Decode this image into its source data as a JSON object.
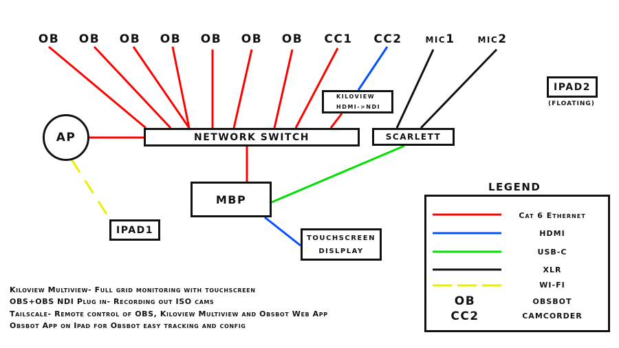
{
  "colors": {
    "cat6": "#ff0000",
    "hdmi": "#0050ff",
    "usbc": "#00e000",
    "xlr": "#111111",
    "wifi": "#e8f000"
  },
  "top_labels": [
    "OB",
    "OB",
    "OB",
    "OB",
    "OB",
    "OB",
    "OB",
    "CC1",
    "CC2",
    "mic1",
    "mic2"
  ],
  "nodes": {
    "ap": "AP",
    "network_switch": "NETWORK SWITCH",
    "kiloview": [
      "KILOVIEW",
      "HDMI->NDI"
    ],
    "scarlett": "SCARLETT",
    "mbp": "MBP",
    "touchscreen": [
      "TOUCHSCREEN",
      "DISLPLAY"
    ],
    "ipad1": "IPAD1",
    "ipad2": "IPAD2",
    "ipad2_note": "(FLOATING)"
  },
  "connections": [
    {
      "from": "OB 1",
      "to": "NETWORK SWITCH",
      "type": "cat6"
    },
    {
      "from": "OB 2",
      "to": "NETWORK SWITCH",
      "type": "cat6"
    },
    {
      "from": "OB 3",
      "to": "NETWORK SWITCH",
      "type": "cat6"
    },
    {
      "from": "OB 4",
      "to": "NETWORK SWITCH",
      "type": "cat6"
    },
    {
      "from": "OB 5",
      "to": "NETWORK SWITCH",
      "type": "cat6"
    },
    {
      "from": "OB 6",
      "to": "NETWORK SWITCH",
      "type": "cat6"
    },
    {
      "from": "OB 7",
      "to": "NETWORK SWITCH",
      "type": "cat6"
    },
    {
      "from": "CC1",
      "to": "NETWORK SWITCH",
      "type": "cat6"
    },
    {
      "from": "CC2",
      "to": "KILOVIEW HDMI->NDI",
      "type": "hdmi"
    },
    {
      "from": "KILOVIEW HDMI->NDI",
      "to": "NETWORK SWITCH",
      "type": "cat6"
    },
    {
      "from": "mic1",
      "to": "SCARLETT",
      "type": "xlr"
    },
    {
      "from": "mic2",
      "to": "SCARLETT",
      "type": "xlr"
    },
    {
      "from": "AP",
      "to": "NETWORK SWITCH",
      "type": "cat6"
    },
    {
      "from": "NETWORK SWITCH",
      "to": "MBP",
      "type": "cat6"
    },
    {
      "from": "SCARLETT",
      "to": "MBP",
      "type": "usbc"
    },
    {
      "from": "MBP",
      "to": "TOUCHSCREEN DISLPLAY",
      "type": "hdmi"
    },
    {
      "from": "AP",
      "to": "IPAD1",
      "type": "wifi"
    }
  ],
  "notes": [
    "Kiloview Multiview- Full grid monitoring with touchscreen",
    "OBS+OBS NDI Plug in- Recording out ISO cams",
    "Tailscale- Remote control of OBS, Kiloview Multiview and Obsbot Web App",
    "Obsbot App on Ipad for Obsbot easy tracking and config"
  ],
  "legend": {
    "title": "LEGEND",
    "lines": [
      {
        "type": "cat6",
        "label": "Cat 6 Ethernet"
      },
      {
        "type": "hdmi",
        "label": "HDMI"
      },
      {
        "type": "usbc",
        "label": "USB-C"
      },
      {
        "type": "xlr",
        "label": "XLR"
      },
      {
        "type": "wifi",
        "label": "WI-FI"
      }
    ],
    "codes": [
      {
        "code": "OB",
        "label": "OBSBOT"
      },
      {
        "code": "CC2",
        "label": "CAMCORDER"
      }
    ]
  }
}
